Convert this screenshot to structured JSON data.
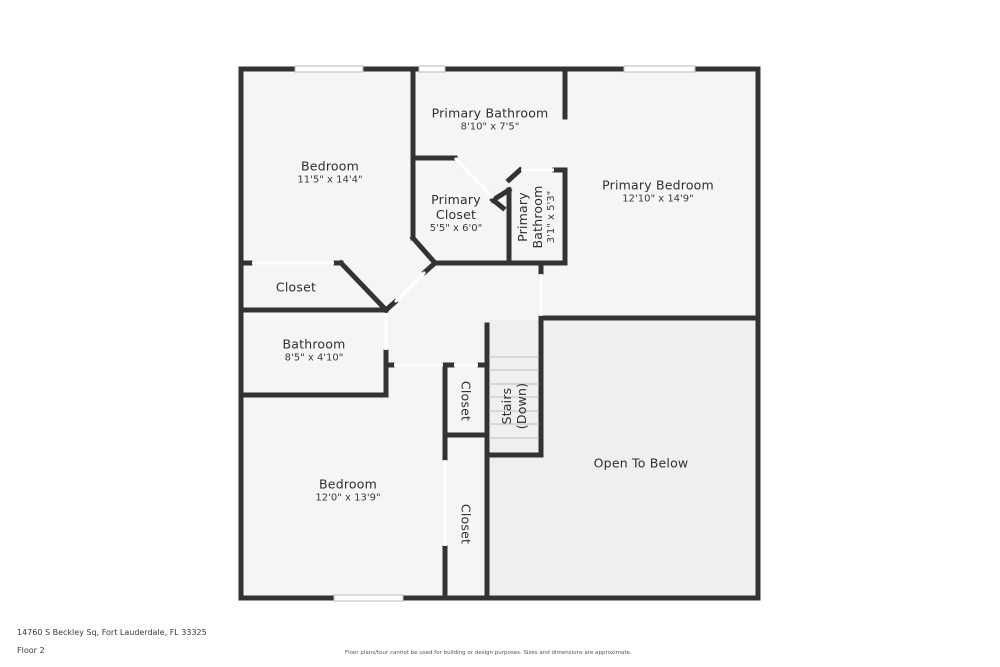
{
  "floorplan": {
    "rooms": [
      {
        "id": "bedroom-1",
        "name": "Bedroom",
        "dims": "11'5\" x 14'4\""
      },
      {
        "id": "primary-bathroom",
        "name": "Primary Bathroom",
        "dims": "8'10\" x 7'5\""
      },
      {
        "id": "primary-closet",
        "name_line1": "Primary",
        "name_line2": "Closet",
        "dims": "5'5\" x 6'0\""
      },
      {
        "id": "primary-bathroom-small",
        "name_line1": "Primary",
        "name_line2": "Bathroom",
        "dims": "3'1\" x 5'3\""
      },
      {
        "id": "primary-bedroom",
        "name": "Primary Bedroom",
        "dims": "12'10\" x 14'9\""
      },
      {
        "id": "closet-1",
        "name": "Closet"
      },
      {
        "id": "bathroom",
        "name": "Bathroom",
        "dims": "8'5\" x 4'10\""
      },
      {
        "id": "closet-2",
        "name": "Closet"
      },
      {
        "id": "stairs",
        "name_line1": "Stairs",
        "name_line2": "(Down)"
      },
      {
        "id": "open-to-below",
        "name": "Open To Below"
      },
      {
        "id": "bedroom-2",
        "name": "Bedroom",
        "dims": "12'0\" x 13'9\""
      },
      {
        "id": "closet-3",
        "name": "Closet"
      }
    ],
    "colors": {
      "wall": "#333333",
      "floor": "#f5f5f5",
      "open_area": "#efefef",
      "window": "#ffffff"
    }
  },
  "footer": {
    "address": "14760 S Beckley Sq, Fort Lauderdale, FL 33325",
    "floor": "Floor 2",
    "disclaimer": "Floor plans/tour cannot be used for building or design purposes. Sizes and dimensions are approximate."
  }
}
